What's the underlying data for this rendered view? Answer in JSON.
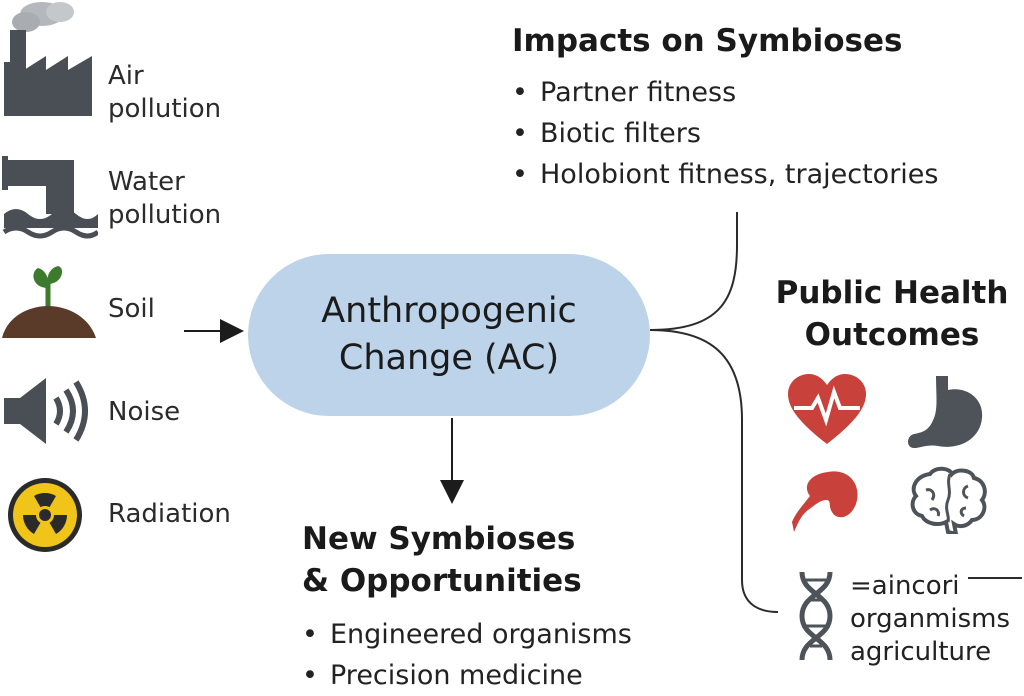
{
  "stressors": [
    {
      "label_line1": "Air",
      "label_line2": "pollution",
      "icon": "factory-icon"
    },
    {
      "label_line1": "Water",
      "label_line2": "pollution",
      "icon": "pipe-outflow-icon"
    },
    {
      "label_line1": "Soil",
      "icon": "sprout-icon"
    },
    {
      "label_line1": "Noise",
      "icon": "speaker-icon"
    },
    {
      "label_line1": "Radiation",
      "icon": "radiation-icon"
    }
  ],
  "central": {
    "line1": "Anthropogenic",
    "line2": "Change (AC)"
  },
  "impacts": {
    "title": "Impacts on Symbioses",
    "items": [
      "Partner fitness",
      "Biotic filters",
      "Holobiont fitness, trajectories"
    ]
  },
  "public_health": {
    "title_line1": "Public Health",
    "title_line2": "Outcomes",
    "icons": [
      "heart-icon",
      "stomach-icon",
      "kidney-icon",
      "brain-icon"
    ]
  },
  "new_symbioses": {
    "title_line1": "New Symbioses",
    "title_line2": "& Opportunities",
    "items": [
      "Engineered organisms",
      "Precision medicine"
    ]
  },
  "dna_block": {
    "line1": "=aincori",
    "line2": "organmisms",
    "line3": "agriculture",
    "icon": "dna-icon"
  },
  "colors": {
    "central_fill": "#bcd3ea",
    "icon_gray": "#4a4f55",
    "soil_brown": "#5a3b2a",
    "sprout_green": "#3d7a2e",
    "radiation_yellow": "#f0c419",
    "organ_red": "#c8413b",
    "organ_gray": "#4d5358"
  }
}
